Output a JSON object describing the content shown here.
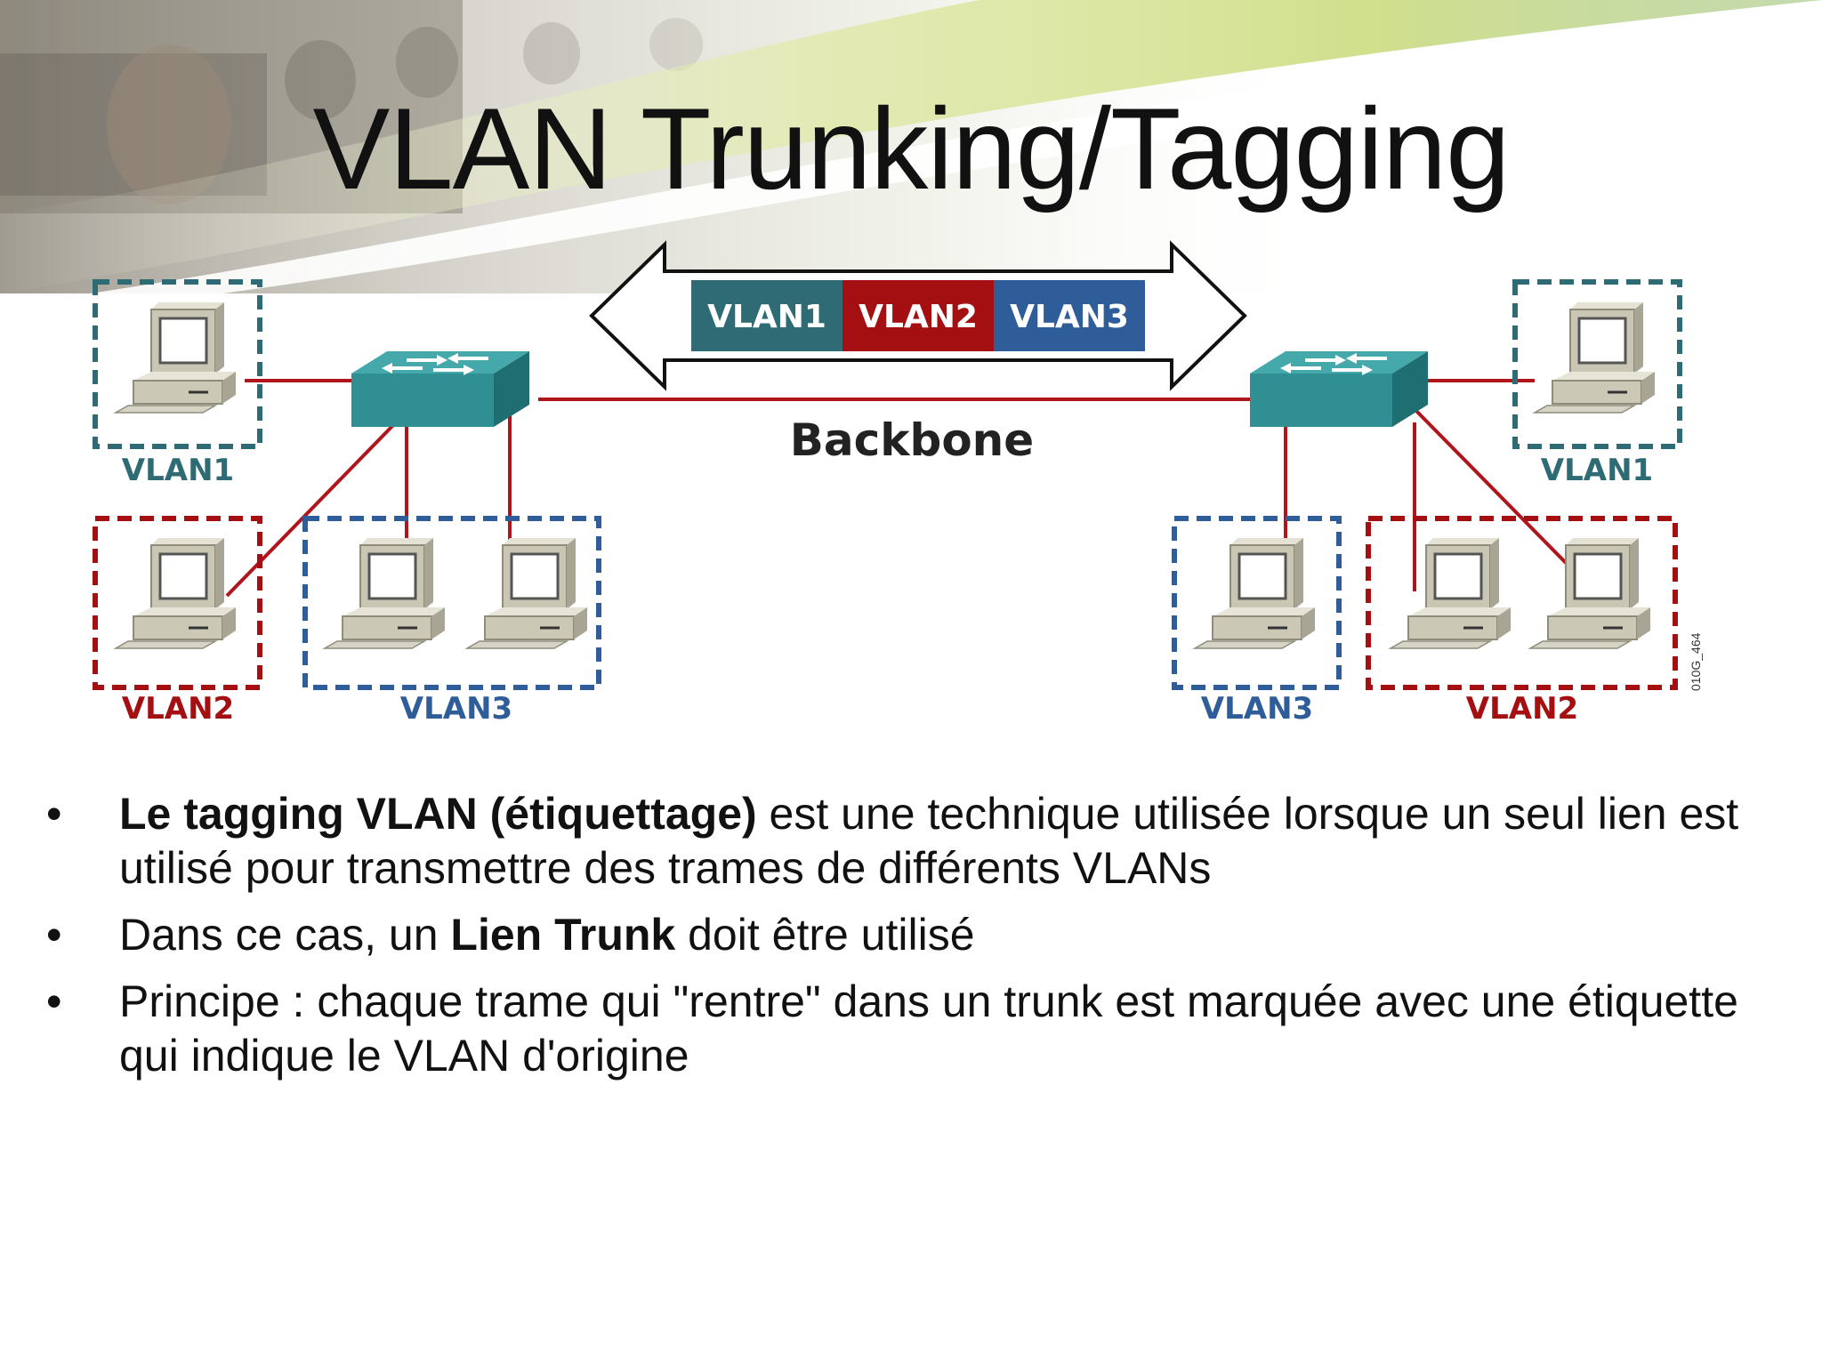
{
  "slide": {
    "title": "VLAN Trunking/Tagging"
  },
  "diagram": {
    "tag_segments": [
      {
        "label": "VLAN1",
        "color": "#2f6b74"
      },
      {
        "label": "VLAN2",
        "color": "#a40f12"
      },
      {
        "label": "VLAN3",
        "color": "#2e5d9a"
      }
    ],
    "backbone_label": "Backbone",
    "figure_code": "010G_464",
    "group_labels": {
      "left_vlan1": "VLAN1",
      "left_vlan2": "VLAN2",
      "left_vlan3": "VLAN3",
      "right_vlan1": "VLAN1",
      "right_vlan3": "VLAN3",
      "right_vlan2": "VLAN2"
    },
    "colors": {
      "vlan1": "#2f6b74",
      "vlan2": "#a40f12",
      "vlan3": "#2e5d9a",
      "link": "#b0151c",
      "switch": "#2f8f92"
    }
  },
  "bullets": [
    {
      "bold": "Le tagging VLAN (étiquettage)",
      "text": " est une technique utilisée lorsque un seul lien est utilisé pour transmettre des trames de différents VLANs"
    },
    {
      "pre": "Dans ce cas, un ",
      "bold": "Lien Trunk",
      "text": " doit être utilisé"
    },
    {
      "text": "Principe : chaque trame qui \"rentre\" dans un trunk est marquée avec une étiquette qui indique le VLAN d'origine"
    }
  ],
  "bullet_glyph": "•"
}
